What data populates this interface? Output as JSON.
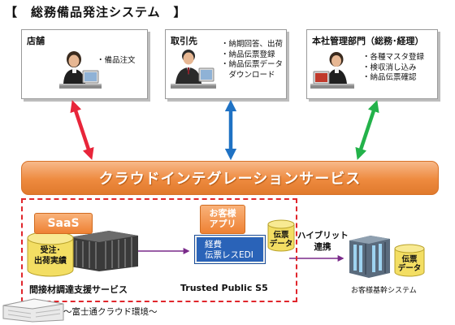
{
  "title": "【　総務備品発注システム　】",
  "parties": {
    "store": {
      "name": "店舗",
      "tasks": [
        "・備品注文"
      ]
    },
    "supplier": {
      "name": "取引先",
      "tasks": [
        "・納期回答、出荷",
        "・納品伝票登録",
        "・納品伝票データ",
        "　ダウンロード"
      ]
    },
    "headquarters": {
      "name": "本社管理部門（総務･経理）",
      "tasks": [
        "・各種マスタ登録",
        "・検収消し込み",
        "・納品伝票確認"
      ]
    }
  },
  "integration_band": {
    "label": "クラウドインテグレーションサービス"
  },
  "cloud": {
    "saas_label": "SaaS",
    "drum_label": [
      "受注･",
      "出荷実績"
    ],
    "saas_caption": "間接材調達支援サービス",
    "app_label": [
      "お客様",
      "アプリ"
    ],
    "edi_label": [
      "経費",
      "伝票レスEDI"
    ],
    "app_drum_label": [
      "伝票",
      "データ"
    ],
    "platform_caption": "Trusted Public S5",
    "environment_caption": "～富士通クラウド環境～"
  },
  "hybrid_label": [
    "ハイブリット",
    "連携"
  ],
  "customer_system": {
    "drum_label": [
      "伝票",
      "データ"
    ],
    "caption": "お客様基幹システム"
  },
  "colors": {
    "store_arrow": "#e8253a",
    "supplier_arrow": "#1f72c4",
    "hq_arrow": "#23b24a",
    "band": "#ee8a3f",
    "cloud_frame": "#e0262c",
    "connector_arrow": "#7a2a8a",
    "edi_box": "#2a63b8",
    "drum": "#f3de63"
  }
}
